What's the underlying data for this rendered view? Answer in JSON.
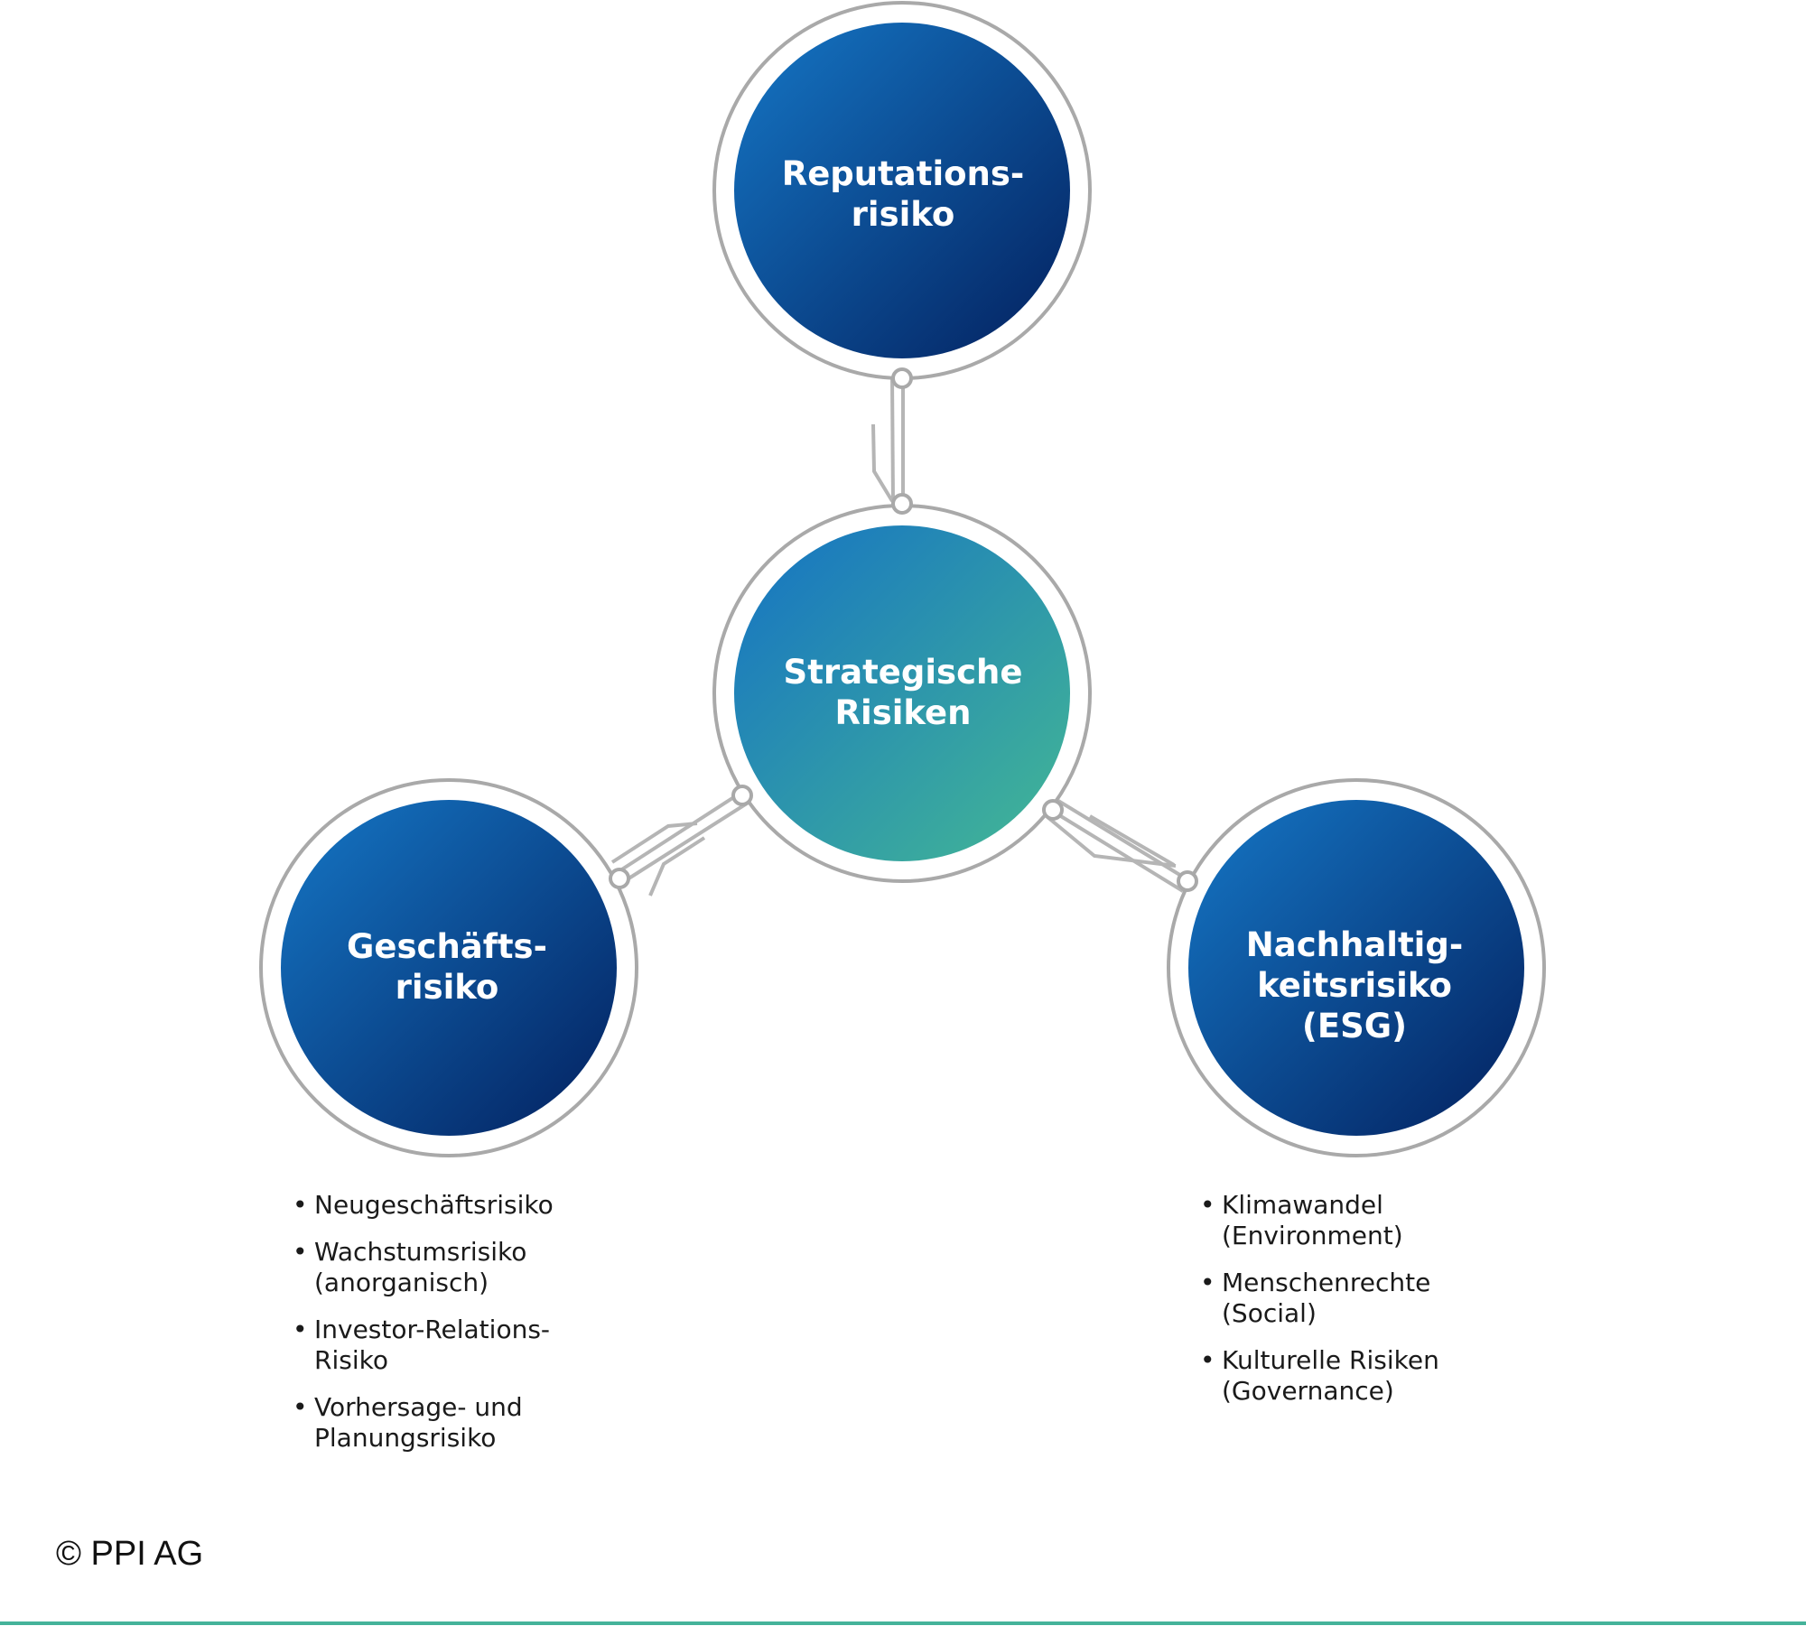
{
  "nodes": {
    "top": {
      "label": "Reputations-\nrisiko"
    },
    "center": {
      "label": "Strategische\nRisiken"
    },
    "left": {
      "label": "Geschäfts-\nrisiko",
      "items": [
        "Neugeschäftsrisiko",
        "Wachstumsrisiko\n(anorganisch)",
        "Investor-Relations-\nRisiko",
        "Vorhersage- und\nPlanungsrisiko"
      ]
    },
    "right": {
      "label": "Nachhaltig-\nkeitsrisiko\n(ESG)",
      "items": [
        "Klimawandel\n(Environment)",
        "Menschenrechte\n(Social)",
        "Kulturelle Risiken\n(Governance)"
      ]
    }
  },
  "bullet_symbol": "•",
  "copyright": "© PPI AG",
  "colors": {
    "ring": "#a9a9a9",
    "connector": "#b5b5b5",
    "blue_light": "#1577c6",
    "blue_dark": "#03205e",
    "teal_light": "#1572c4",
    "teal_dark": "#44b894",
    "panel": "#ececec",
    "rule": "#45b39a"
  }
}
